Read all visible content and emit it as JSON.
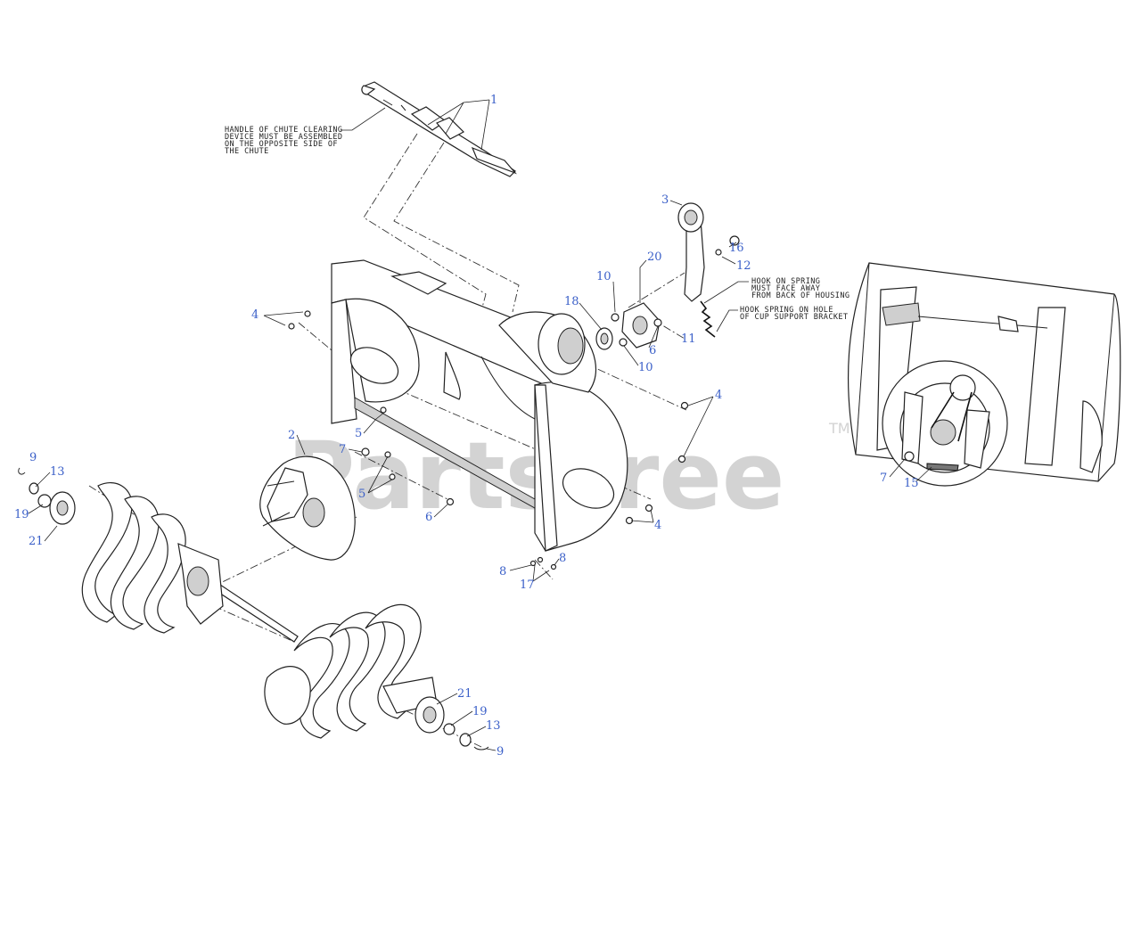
{
  "watermark": {
    "text": "PartsTree",
    "trademark": "TM"
  },
  "notes": {
    "chute_handle": [
      "HANDLE OF CHUTE CLEARING",
      "DEVICE MUST BE ASSEMBLED",
      "ON THE OPPOSITE SIDE OF",
      "THE CHUTE"
    ],
    "hook_spring_face": [
      "HOOK ON SPRING",
      "MUST FACE AWAY",
      "FROM BACK OF HOUSING"
    ],
    "hook_spring_hole": [
      "HOOK SPRING ON HOLE",
      "OF CUP SUPPORT BRACKET"
    ]
  },
  "callouts": [
    {
      "id": "c1",
      "label": "1"
    },
    {
      "id": "c3",
      "label": "3"
    },
    {
      "id": "c16",
      "label": "16"
    },
    {
      "id": "c12",
      "label": "12"
    },
    {
      "id": "c20",
      "label": "20"
    },
    {
      "id": "c10a",
      "label": "10"
    },
    {
      "id": "c18",
      "label": "18"
    },
    {
      "id": "c6a",
      "label": "6"
    },
    {
      "id": "c10b",
      "label": "10"
    },
    {
      "id": "c11",
      "label": "11"
    },
    {
      "id": "c4a",
      "label": "4"
    },
    {
      "id": "c4b",
      "label": "4"
    },
    {
      "id": "c4c",
      "label": "4"
    },
    {
      "id": "c5a",
      "label": "5"
    },
    {
      "id": "c5b",
      "label": "5"
    },
    {
      "id": "c2",
      "label": "2"
    },
    {
      "id": "c7a",
      "label": "7"
    },
    {
      "id": "c6b",
      "label": "6"
    },
    {
      "id": "c9a",
      "label": "9"
    },
    {
      "id": "c13a",
      "label": "13"
    },
    {
      "id": "c19a",
      "label": "19"
    },
    {
      "id": "c21a",
      "label": "21"
    },
    {
      "id": "c8a",
      "label": "8"
    },
    {
      "id": "c8b",
      "label": "8"
    },
    {
      "id": "c17",
      "label": "17"
    },
    {
      "id": "c21b",
      "label": "21"
    },
    {
      "id": "c19b",
      "label": "19"
    },
    {
      "id": "c13b",
      "label": "13"
    },
    {
      "id": "c9b",
      "label": "9"
    },
    {
      "id": "c7b",
      "label": "7"
    },
    {
      "id": "c15",
      "label": "15"
    }
  ]
}
